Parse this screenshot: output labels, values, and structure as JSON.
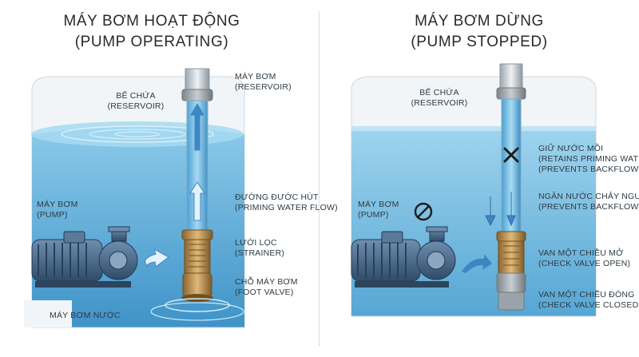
{
  "left": {
    "title": "MÁY BƠM HOẠT ĐỘNG",
    "subtitle": "(PUMP OPERATING)",
    "reservoir_vi": "BỂ CHỨA",
    "reservoir_en": "(RESERVOIR)",
    "pipe_vi": "MÁY BƠM",
    "pipe_en": "(RESERVOIR)",
    "pump_vi": "MÁY BƠM",
    "pump_en": "(PUMP)",
    "priming_vi": "ĐƯỜNG ĐƯỚC HÚT",
    "priming_en": "(PRIMING WATER FLOW)",
    "strainer_vi": "LƯỚI LỌC",
    "strainer_en": "(STRAINER)",
    "foot_vi": "CHỖ MÁY BƠM",
    "foot_en": "(FOOT VALVE)",
    "bottom_label": "MÁY BƠM NƯỚC"
  },
  "right": {
    "title": "MÁY BƠM DỪNG",
    "subtitle": "(PUMP STOPPED)",
    "reservoir_vi": "BỂ CHỨA",
    "reservoir_en": "(RESERVOIR)",
    "pump_vi": "MÁY BƠM",
    "pump_en": "(PUMP)",
    "retain_vi": "GIỮ NƯỚC MỒI",
    "retain_en1": "(RETAINS PRIMING WATER)",
    "retain_en2": "(PREVENTS BACKFLOW)",
    "backflow_vi": "NGĂN NƯỚC CHẢY NGƯỢC",
    "backflow_en": "(PREVENTS BACKFLOW)",
    "open_vi": "VAN MỘT CHIỀU MỞ",
    "open_en": "(CHECK VALVE OPEN)",
    "closed_vi": "VAN MỘT CHIỀU ĐÓNG",
    "closed_en": "(CHECK VALVE CLOSED)"
  },
  "colors": {
    "water": "#6fb8df",
    "water_dark": "#3f93c8",
    "arrow": "#3d86c4",
    "pump": "#3e5f7f",
    "brass": "#b58a47",
    "tank_wall": "#e9eef1"
  }
}
